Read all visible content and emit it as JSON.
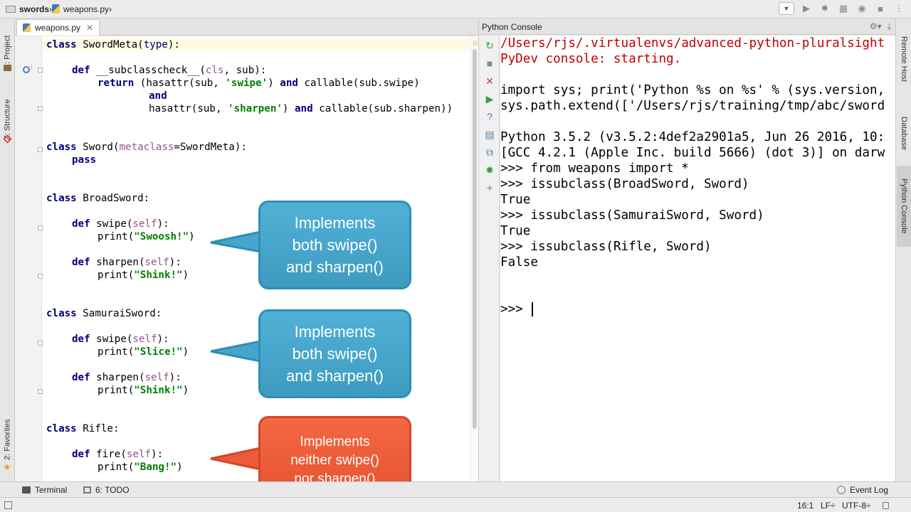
{
  "breadcrumb": {
    "project": "swords",
    "file": "weapons.py"
  },
  "editor": {
    "tab_label": "weapons.py",
    "code": [
      [
        "class",
        " SwordMeta(",
        "type",
        "):"
      ],
      [
        "def",
        " __subclasscheck__(",
        "cls",
        ", sub):"
      ],
      [
        "return",
        " (",
        "hasattr",
        "(sub, ",
        "'swipe'",
        ") ",
        "and",
        " ",
        "callable",
        "(sub.swipe)"
      ],
      [
        "and"
      ],
      [
        "hasattr",
        "(sub, ",
        "'sharpen'",
        ") ",
        "and",
        " ",
        "callable",
        "(sub.sharpen))"
      ],
      [
        "class",
        " Sword(",
        "metaclass",
        "=SwordMeta):"
      ],
      [
        "pass"
      ],
      [
        "class",
        " BroadSword:"
      ],
      [
        "def",
        " swipe(",
        "self",
        "):"
      ],
      [
        "print",
        "(",
        "\"Swoosh!\"",
        ")"
      ],
      [
        "def",
        " sharpen(",
        "self",
        "):"
      ],
      [
        "print",
        "(",
        "\"Shink!\"",
        ")"
      ],
      [
        "class",
        " SamuraiSword:"
      ],
      [
        "def",
        " swipe(",
        "self",
        "):"
      ],
      [
        "print",
        "(",
        "\"Slice!\"",
        ")"
      ],
      [
        "def",
        " sharpen(",
        "self",
        "):"
      ],
      [
        "print",
        "(",
        "\"Shink!\"",
        ")"
      ],
      [
        "class",
        " Rifle:"
      ],
      [
        "def",
        " fire(",
        "self",
        "):"
      ],
      [
        "print",
        "(",
        "\"Bang!\"",
        ")"
      ]
    ]
  },
  "console": {
    "title": "Python Console",
    "lines": [
      {
        "text": "/Users/rjs/.virtualenvs/advanced-python-pluralsight",
        "style": "err"
      },
      {
        "text": "PyDev console: starting.",
        "style": "err"
      },
      {
        "text": "",
        "style": ""
      },
      {
        "text": "import sys; print('Python %s on %s' % (sys.version,",
        "style": ""
      },
      {
        "text": "sys.path.extend(['/Users/rjs/training/tmp/abc/sword",
        "style": ""
      },
      {
        "text": "",
        "style": ""
      },
      {
        "text": "Python 3.5.2 (v3.5.2:4def2a2901a5, Jun 26 2016, 10:",
        "style": ""
      },
      {
        "text": "[GCC 4.2.1 (Apple Inc. build 5666) (dot 3)] on darw",
        "style": ""
      },
      {
        "text": ">>> from weapons import *",
        "style": "prompt"
      },
      {
        "text": ">>> issubclass(BroadSword, Sword)",
        "style": "prompt"
      },
      {
        "text": "True",
        "style": ""
      },
      {
        "text": ">>> issubclass(SamuraiSword, Sword)",
        "style": "prompt"
      },
      {
        "text": "True",
        "style": ""
      },
      {
        "text": ">>> issubclass(Rifle, Sword)",
        "style": "prompt"
      },
      {
        "text": "False",
        "style": ""
      }
    ],
    "input_prompt": ">>> "
  },
  "callouts": {
    "broadsword": "Implements\nboth swipe()\nand sharpen()",
    "samurai": "Implements\nboth swipe()\nand sharpen()",
    "rifle": "Implements\nneither swipe()\nnor sharpen()"
  },
  "left_tabs": {
    "project": "1: Project",
    "structure": "Z: Structure",
    "favorites": "2: Favorites"
  },
  "right_tabs": {
    "remote_host": "Remote Host",
    "database": "Database",
    "python_console": "Python Console"
  },
  "bottom_tabs": {
    "terminal": "Terminal",
    "todo": "6: TODO",
    "event_log": "Event Log"
  },
  "status": {
    "position": "16:1",
    "line_sep": "LF÷",
    "encoding": "UTF-8÷"
  },
  "colors": {
    "callout_blue": "#47a5cb",
    "callout_red": "#ec5a36",
    "keyword": "#000080",
    "string": "#008000",
    "error_text": "#c00000"
  }
}
